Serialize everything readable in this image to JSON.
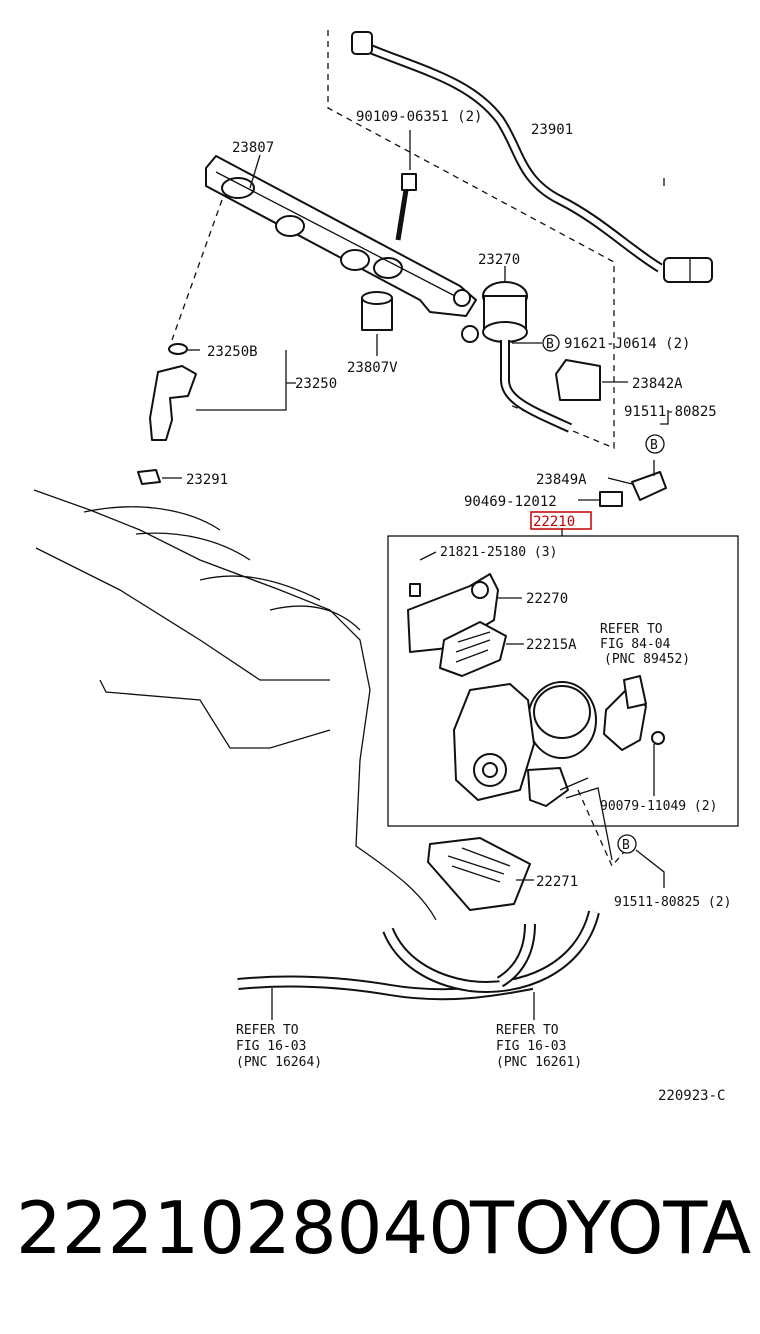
{
  "diagram": {
    "labels": {
      "p90109": "90109-06351 (2)",
      "p23901": "23901",
      "p23807": "23807",
      "p23270": "23270",
      "p91621": "91621-J0614 (2)",
      "p23250b": "23250B",
      "p23250": "23250",
      "p23807v": "23807V",
      "p23842a": "23842A",
      "p91511a": "91511-80825",
      "p23291": "23291",
      "p23849a": "23849A",
      "p90469": "90469-12012",
      "p22210": "22210",
      "p21821": "21821-25180 (3)",
      "p22270": "22270",
      "p22215a": "22215A",
      "ref84_1": "REFER TO",
      "ref84_2": "FIG 84-04",
      "ref84_3": "(PNC 89452)",
      "p90079": "90079-11049 (2)",
      "p22271": "22271",
      "p91511b": "91511-80825 (2)",
      "refl_1": "REFER TO",
      "refl_2": "FIG 16-03",
      "refl_3": "(PNC 16264)",
      "refr_1": "REFER TO",
      "refr_2": "FIG 16-03",
      "refr_3": "(PNC 16261)",
      "code": "220923-C",
      "b_marker": "B"
    },
    "highlight_color": "#c00000"
  },
  "footer": {
    "part_number": "2221028040",
    "brand": "TOYOTA"
  }
}
